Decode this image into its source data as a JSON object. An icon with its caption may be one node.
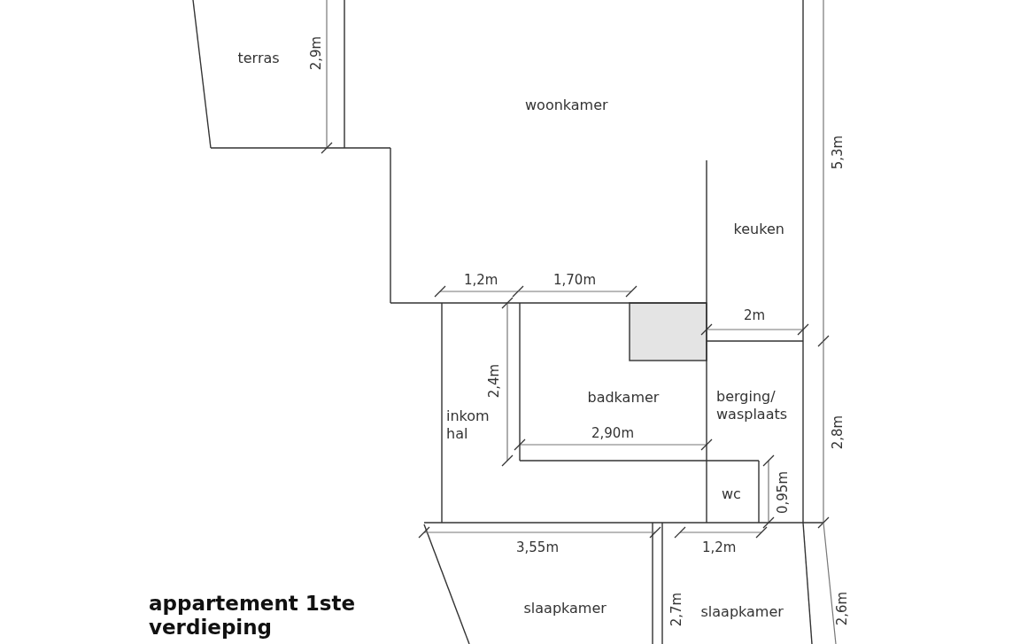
{
  "diagram": {
    "title": "appartement 1ste verdieping",
    "labels": [
      "terras",
      "2,9m",
      "woonkamer",
      "5,3m",
      "keuken",
      "1,2m",
      "1,70m",
      "2m",
      "2,4m",
      "badkamer",
      "berging/ wasplaats",
      "inkom hal",
      "2,90m",
      "2,8m",
      "wc",
      "0,95m",
      "3,55m",
      "1,2m",
      "slaapkamer",
      "2,7m",
      "slaapkamer",
      "2,6m"
    ]
  }
}
